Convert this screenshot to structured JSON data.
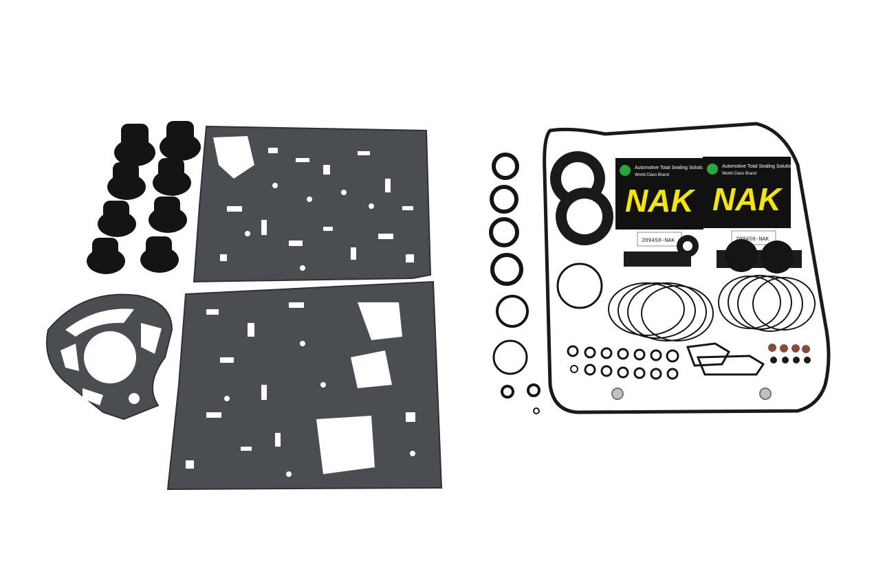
{
  "scene": {
    "background": "#ffffff",
    "colors": {
      "gasket": "#4a4d52",
      "rubber": "#141414",
      "packet_yellow": "#f3e600",
      "packet_black": "#111111"
    }
  },
  "packets": [
    {
      "brand": "NAK",
      "tagline": "Automotive Total Sealing Solutions",
      "subline": "World Class Brand",
      "code": "209450-NAK"
    },
    {
      "brand": "NAK",
      "tagline": "Automotive Total Sealing Solutions",
      "subline": "World Class Brand",
      "code": "209450-NAK"
    }
  ],
  "icons": {
    "logo": "nak-logo-icon"
  }
}
